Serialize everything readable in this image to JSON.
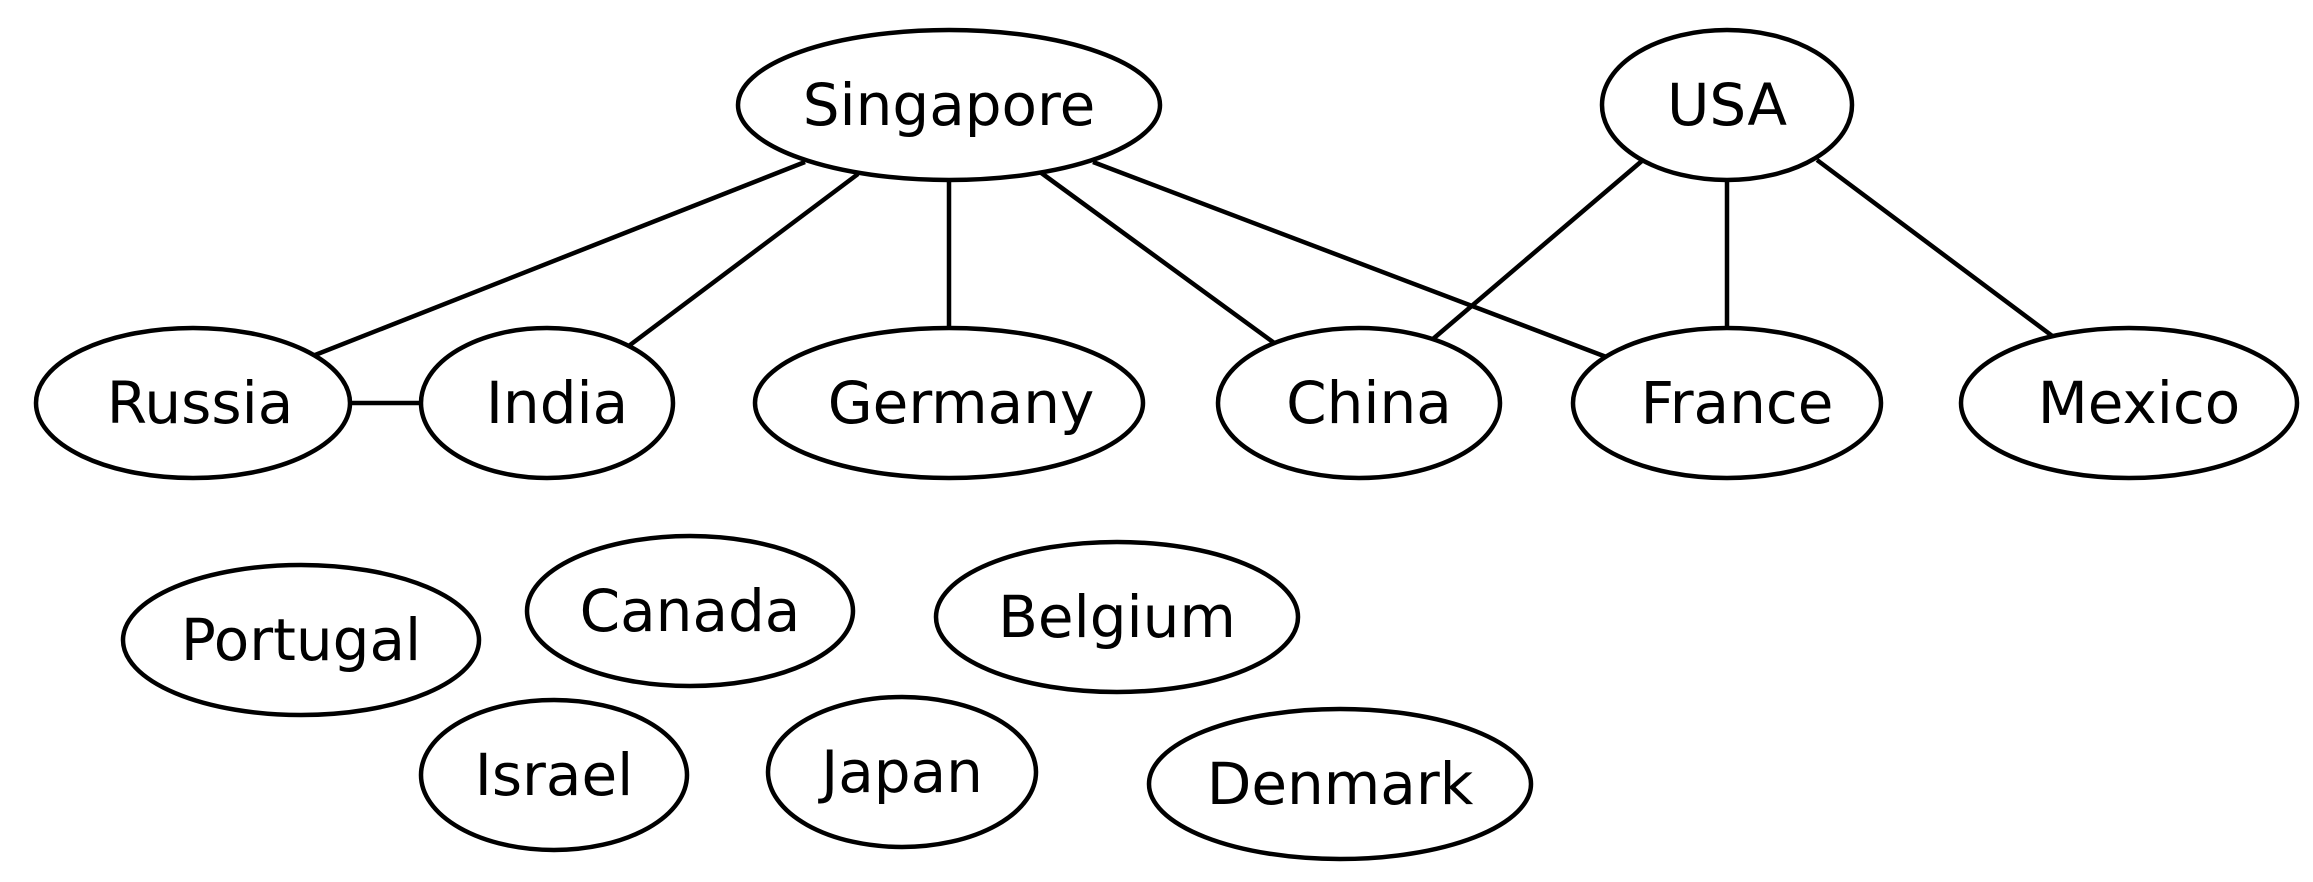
{
  "diagram": {
    "type": "network-graph",
    "nodes": [
      {
        "id": "singapore",
        "label": "Singapore"
      },
      {
        "id": "usa",
        "label": "USA"
      },
      {
        "id": "russia",
        "label": "Russia"
      },
      {
        "id": "india",
        "label": "India"
      },
      {
        "id": "germany",
        "label": "Germany"
      },
      {
        "id": "china",
        "label": "China"
      },
      {
        "id": "france",
        "label": "France"
      },
      {
        "id": "mexico",
        "label": "Mexico"
      },
      {
        "id": "portugal",
        "label": "Portugal"
      },
      {
        "id": "canada",
        "label": "Canada"
      },
      {
        "id": "belgium",
        "label": "Belgium"
      },
      {
        "id": "israel",
        "label": "Israel"
      },
      {
        "id": "japan",
        "label": "Japan"
      },
      {
        "id": "denmark",
        "label": "Denmark"
      }
    ],
    "edges": [
      {
        "from": "singapore",
        "to": "russia"
      },
      {
        "from": "singapore",
        "to": "india"
      },
      {
        "from": "singapore",
        "to": "germany"
      },
      {
        "from": "singapore",
        "to": "china"
      },
      {
        "from": "singapore",
        "to": "france"
      },
      {
        "from": "usa",
        "to": "china"
      },
      {
        "from": "usa",
        "to": "france"
      },
      {
        "from": "usa",
        "to": "mexico"
      },
      {
        "from": "russia",
        "to": "india"
      }
    ],
    "colors": {
      "stroke": "#000000",
      "fill": "#ffffff",
      "text": "#000000"
    }
  }
}
